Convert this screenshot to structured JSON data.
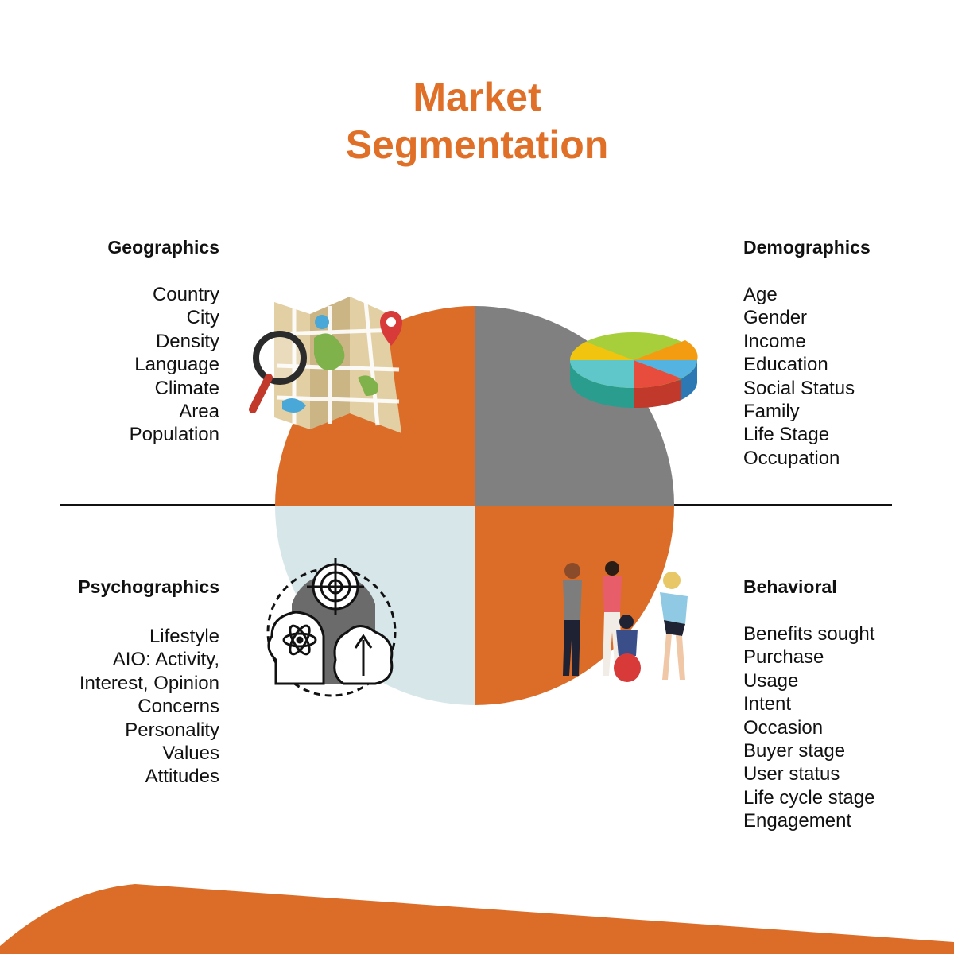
{
  "title": {
    "line1": "Market",
    "line2": "Segmentation"
  },
  "colors": {
    "accent": "#e07028",
    "orange_quadrant": "#dc6d28",
    "gray_quadrant": "#808080",
    "light_quadrant": "#d6e6e9"
  },
  "geographics": {
    "heading": "Geographics",
    "items": [
      "Country",
      "City",
      "Density",
      "Language",
      "Climate",
      "Area",
      "Population"
    ],
    "icon": "map-with-magnifier-icon"
  },
  "demographics": {
    "heading": "Demographics",
    "items": [
      "Age",
      "Gender",
      "Income",
      "Education",
      "Social Status",
      "Family",
      "Life Stage",
      "Occupation"
    ],
    "icon": "3d-pie-chart-icon"
  },
  "psychographics": {
    "heading": "Psychographics",
    "items": [
      "Lifestyle",
      "AIO: Activity,",
      "Interest, Opinion",
      "Concerns",
      "Personality",
      "Values",
      "Attitudes"
    ],
    "icon": "mind-target-icon"
  },
  "behavioral": {
    "heading": "Behavioral",
    "items": [
      "Benefits sought",
      "Purchase",
      "Usage",
      "Intent",
      "Occasion",
      "Buyer stage",
      "User status",
      "Life cycle stage",
      "Engagement"
    ],
    "icon": "people-group-icon"
  }
}
